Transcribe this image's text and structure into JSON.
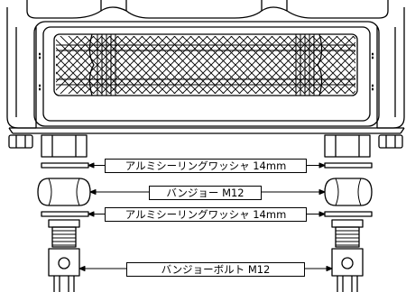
{
  "callouts": {
    "washer_top": "アルミシーリングワッシャ 14mm",
    "banjo": "バンジョー M12",
    "washer_bottom": "アルミシーリングワッシャ 14mm",
    "banjo_bolt": "バンジョーボルト M12"
  },
  "colors": {
    "line": "#000000",
    "background": "#ffffff"
  }
}
